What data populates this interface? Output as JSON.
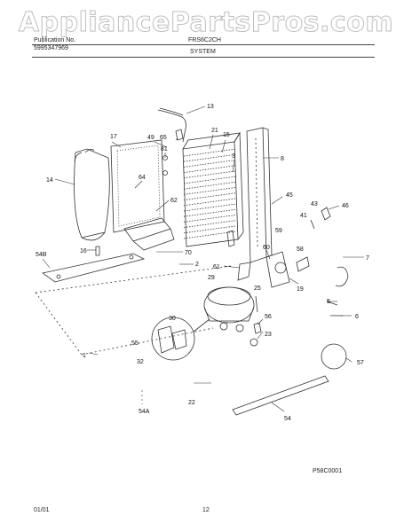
{
  "watermark": "AppliancePartsPros.com",
  "header": {
    "publication_label": "Publication No.",
    "publication_number": "5995347969",
    "model": "FRS6C2CH",
    "section": "SYSTEM"
  },
  "footer": {
    "date": "01/01",
    "page": "12",
    "diagram_code": "P58C0001"
  },
  "callouts": [
    "13",
    "17",
    "49",
    "65",
    "81",
    "21",
    "15",
    "3",
    "8",
    "14",
    "64",
    "62",
    "45",
    "43",
    "41",
    "46",
    "16",
    "70",
    "2",
    "60",
    "59",
    "58",
    "7",
    "54B",
    "61",
    "29",
    "25",
    "19",
    "5",
    "6",
    "30",
    "55",
    "32",
    "56",
    "23",
    "1",
    "57",
    "22",
    "54A",
    "54"
  ]
}
